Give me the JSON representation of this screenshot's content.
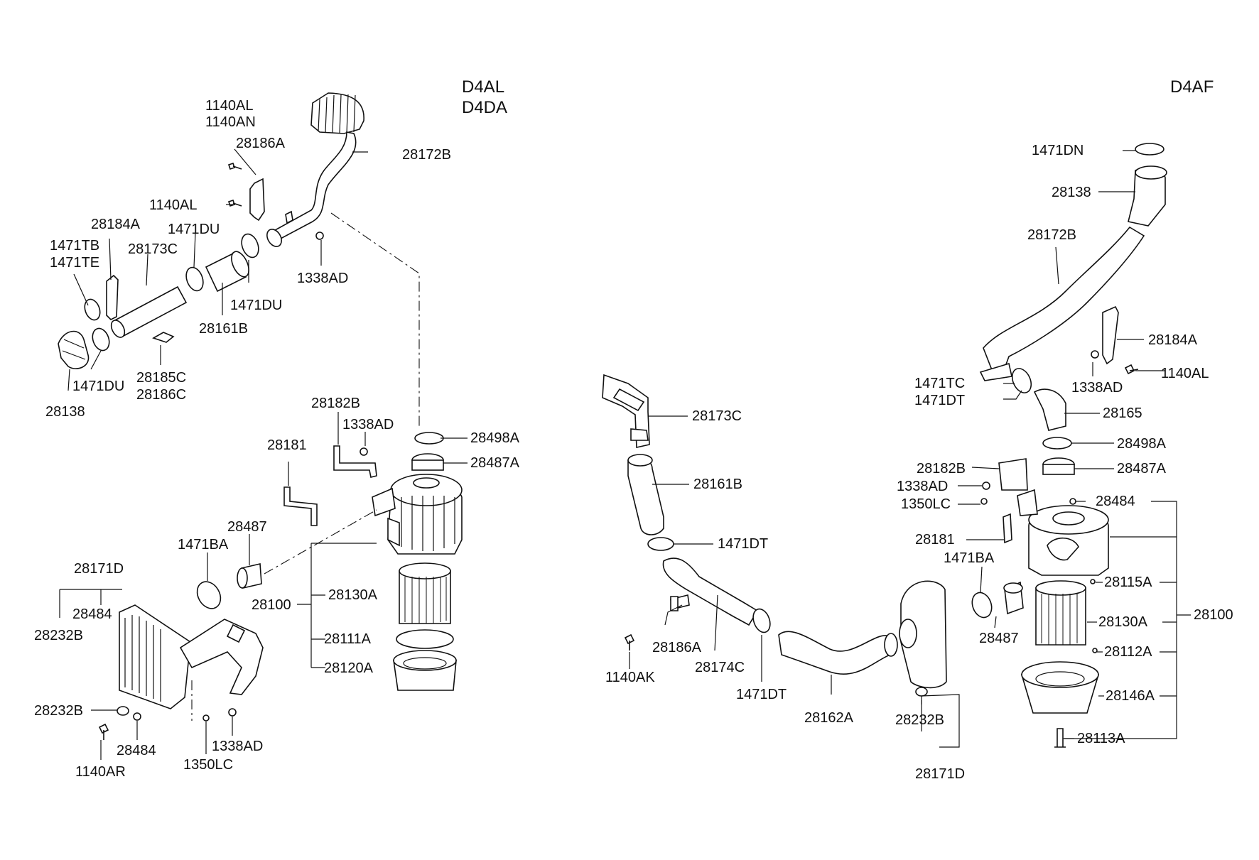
{
  "engines": {
    "left": [
      "D4AL",
      "D4DA"
    ],
    "right": "D4AF"
  },
  "labels": {
    "L_1140AL_a": "1140AL",
    "L_1140AN": "1140AN",
    "L_28186A": "28186A",
    "L_28172B": "28172B",
    "L_1140AL_b": "1140AL",
    "L_28184A": "28184A",
    "L_1471DU_a": "1471DU",
    "L_1471TB": "1471TB",
    "L_1471TE": "1471TE",
    "L_28173C": "28173C",
    "L_1338AD_a": "1338AD",
    "L_1471DU_b": "1471DU",
    "L_28161B": "28161B",
    "L_28185C": "28185C",
    "L_28186C": "28186C",
    "L_1471DU_c": "1471DU",
    "L_28138": "28138",
    "L_28182B": "28182B",
    "L_1338AD_b": "1338AD",
    "L_28498A": "28498A",
    "L_28487A": "28487A",
    "L_28181": "28181",
    "L_28487": "28487",
    "L_1471BA": "1471BA",
    "L_28171D": "28171D",
    "L_28484_a": "28484",
    "L_28232B_a": "28232B",
    "L_28100": "28100",
    "L_28130A": "28130A",
    "L_28111A": "28111A",
    "L_28120A": "28120A",
    "L_28232B_b": "28232B",
    "L_28484_b": "28484",
    "L_1140AR": "1140AR",
    "L_1338AD_c": "1338AD",
    "L_1350LC": "1350LC",
    "M_28173C": "28173C",
    "M_28161B": "28161B",
    "M_1471DT_a": "1471DT",
    "M_28186A": "28186A",
    "M_1140AK": "1140AK",
    "M_28174C": "28174C",
    "M_1471DT_b": "1471DT",
    "M_28162A": "28162A",
    "M_28232B": "28232B",
    "M_28171D": "28171D",
    "R_1471DN": "1471DN",
    "R_28138": "28138",
    "R_28172B": "28172B",
    "R_28184A": "28184A",
    "R_1338AD_a": "1338AD",
    "R_1140AL": "1140AL",
    "R_1471TC": "1471TC",
    "R_1471DT": "1471DT",
    "R_28165": "28165",
    "R_28498A": "28498A",
    "R_28182B": "28182B",
    "R_28487A": "28487A",
    "R_1338AD_b": "1338AD",
    "R_28484": "28484",
    "R_1350LC": "1350LC",
    "R_28181": "28181",
    "R_1471BA": "1471BA",
    "R_28115A": "28115A",
    "R_28100": "28100",
    "R_28130A": "28130A",
    "R_28487": "28487",
    "R_28112A": "28112A",
    "R_28146A": "28146A",
    "R_28113A": "28113A"
  }
}
